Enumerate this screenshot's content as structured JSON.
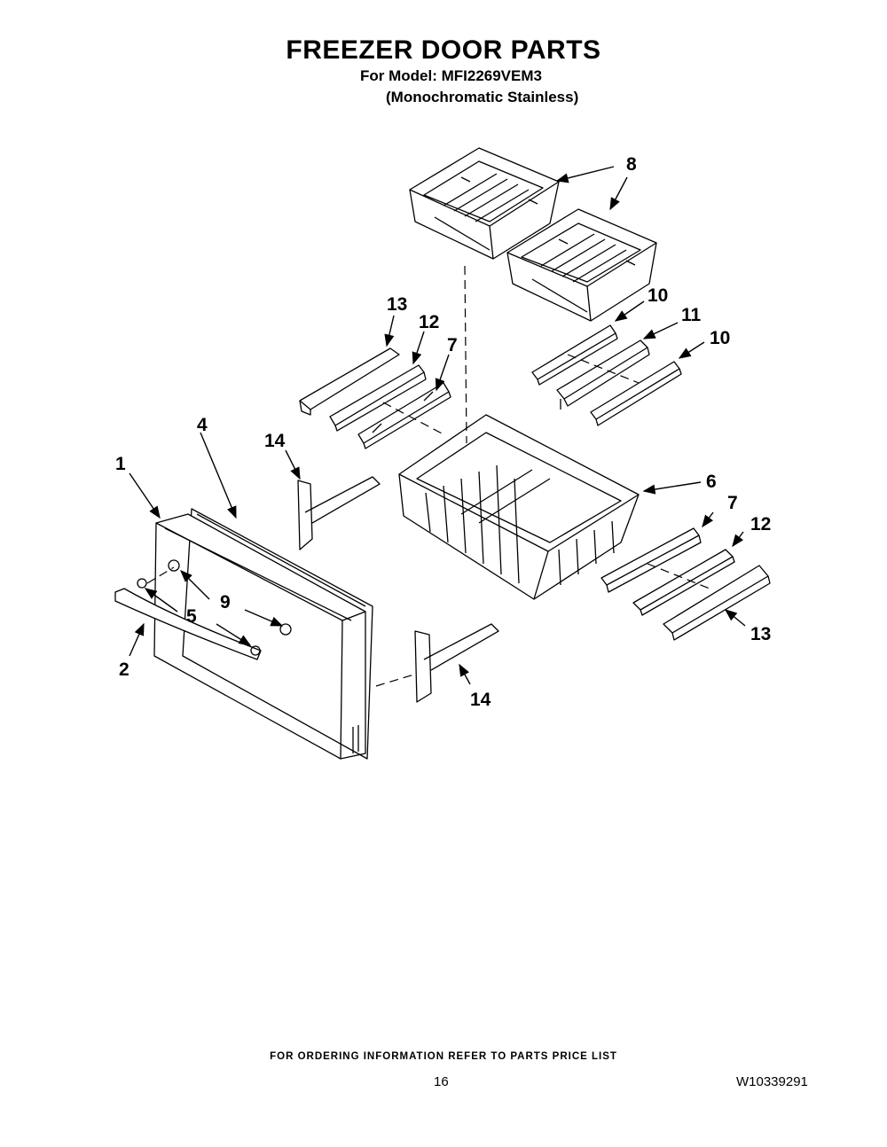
{
  "header": {
    "title": "FREEZER DOOR PARTS",
    "model_line": "For Model: MFI2269VEM3",
    "variant": "(Monochromatic Stainless)"
  },
  "callouts": [
    "1",
    "2",
    "4",
    "5",
    "6",
    "7",
    "7",
    "8",
    "9",
    "10",
    "10",
    "11",
    "12",
    "12",
    "13",
    "13",
    "14",
    "14"
  ],
  "footer": {
    "order_note": "FOR ORDERING INFORMATION REFER TO PARTS PRICE LIST",
    "page_number": "16",
    "doc_number": "W10339291"
  }
}
